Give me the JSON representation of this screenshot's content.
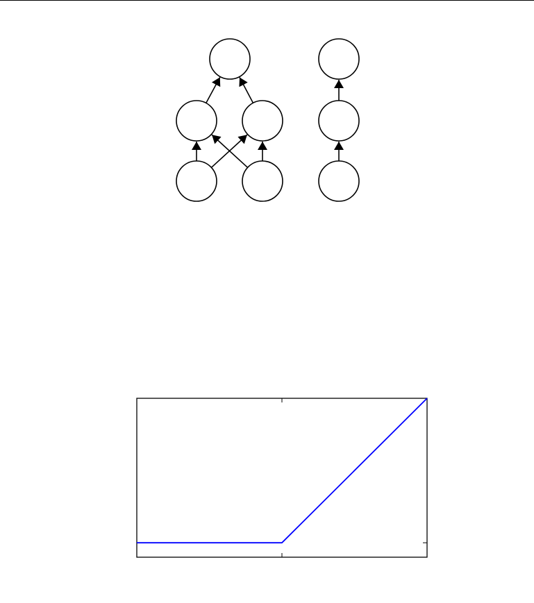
{
  "page": {
    "background": "#ffffff",
    "ink_color": "#000000"
  },
  "figure_graphs": {
    "description_free": true,
    "left_graph": {
      "nodes": [
        "top",
        "mid-left",
        "mid-right",
        "bottom-left",
        "bottom-right"
      ],
      "edges": [
        [
          "mid-left",
          "top"
        ],
        [
          "mid-right",
          "top"
        ],
        [
          "bottom-left",
          "mid-left"
        ],
        [
          "bottom-right",
          "mid-right"
        ],
        [
          "bottom-left",
          "mid-right"
        ],
        [
          "bottom-right",
          "mid-left"
        ]
      ]
    },
    "right_graph": {
      "nodes": [
        "top",
        "mid",
        "bottom"
      ],
      "edges": [
        [
          "mid",
          "top"
        ],
        [
          "bottom",
          "mid"
        ]
      ]
    }
  },
  "chart_data": {
    "type": "line",
    "title": "",
    "xlabel": "",
    "ylabel": "",
    "xlim": [
      -1,
      1
    ],
    "ylim": [
      -0.1,
      1
    ],
    "grid": false,
    "series": [
      {
        "x": [
          -1,
          0,
          1
        ],
        "y": [
          0,
          0,
          1
        ],
        "color": "#0000ff"
      }
    ],
    "x_ticks": [
      0
    ],
    "y_ticks": [
      0
    ]
  }
}
